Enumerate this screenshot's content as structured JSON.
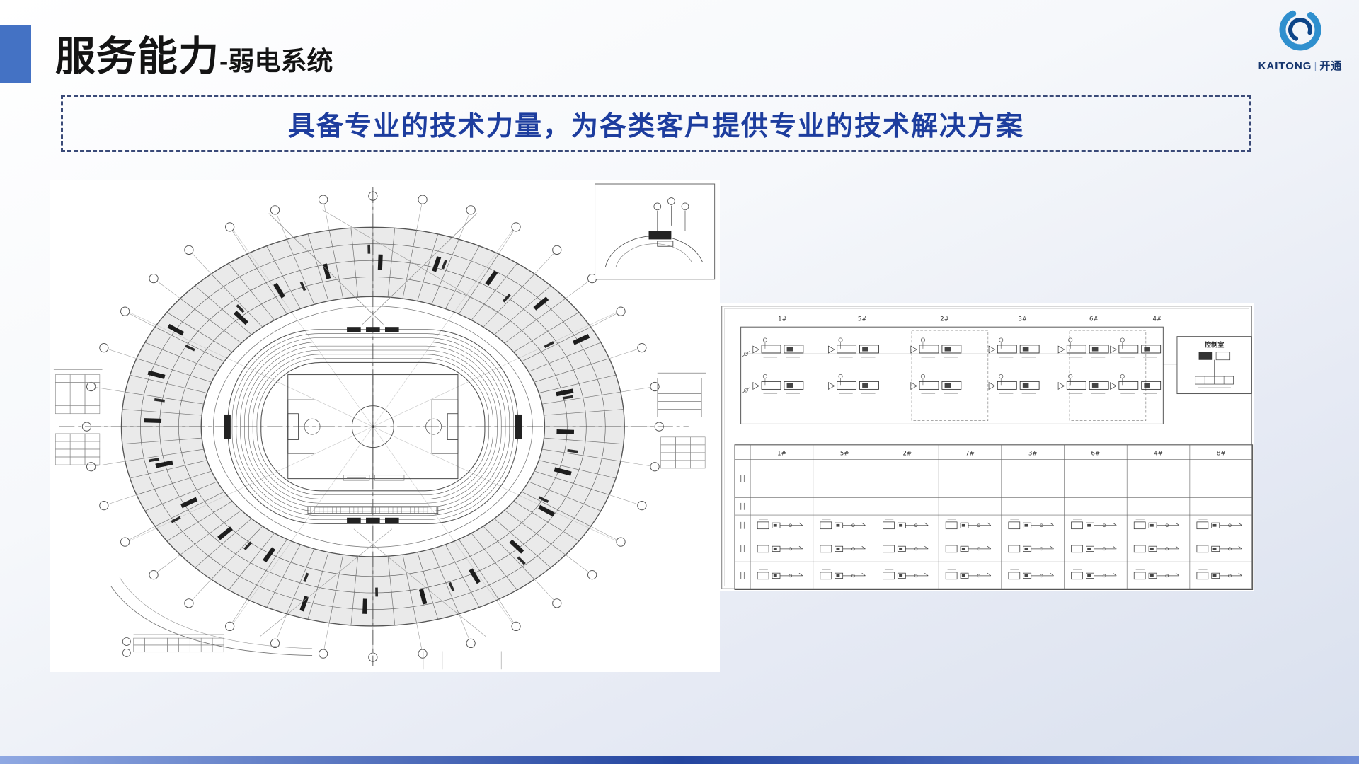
{
  "slide": {
    "title": "服务能力",
    "subtitle": "-弱电系统",
    "banner_text": "具备专业的技术力量，为各类客户提供专业的技术解决方案",
    "accent_color": "#4472c4",
    "banner_text_color": "#1d3d9e",
    "banner_border_color": "#3a4a78",
    "footer_bar_colors": [
      "#8fa8e2",
      "#24459f",
      "#6e8cd6"
    ]
  },
  "logo": {
    "brand_en": "KAITONG",
    "divider": "|",
    "brand_cn": "开通",
    "icon": "kaitong-swirl-icon",
    "color": "#17366e",
    "icon_outer_color": "#2f8fce",
    "icon_inner_color": "#0c4488"
  },
  "drawings": {
    "stadium_plan": {
      "kind": "stadium-floor-plan-cad-drawing"
    },
    "pa_system_schematic": {
      "kind": "weak-current-system-riser-diagram",
      "riser_labels": [
        "1#",
        "5#",
        "2#",
        "3#",
        "6#",
        "4#"
      ],
      "table_headers": [
        "1#",
        "5#",
        "2#",
        "7#",
        "3#",
        "6#",
        "4#",
        "8#"
      ],
      "control_room_label": "控制室"
    }
  }
}
